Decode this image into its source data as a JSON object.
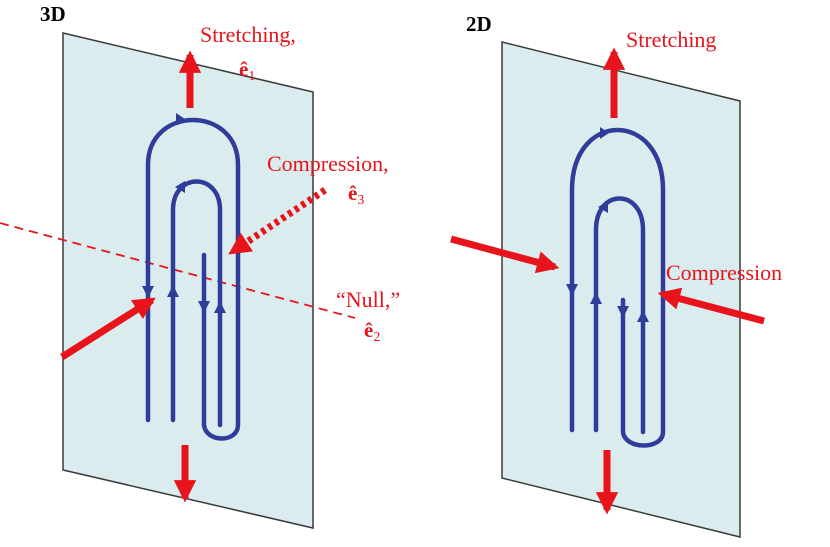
{
  "colors": {
    "plane_fill": "#dbecef",
    "plane_stroke": "#3a3a3a",
    "field_line": "#2f3c9a",
    "arrow": "#e8141b",
    "header_text": "#000000"
  },
  "panels": [
    {
      "header": "3D",
      "stretching_label": "Stretching,",
      "stretching_vector": "ê",
      "stretching_sub": "1",
      "compression_label": "Compression,",
      "compression_vector": "ê",
      "compression_sub": "3",
      "null_label": "“Null,”",
      "null_vector": "ê",
      "null_sub": "2"
    },
    {
      "header": "2D",
      "stretching_label": "Stretching",
      "compression_label": "Compression"
    }
  ]
}
